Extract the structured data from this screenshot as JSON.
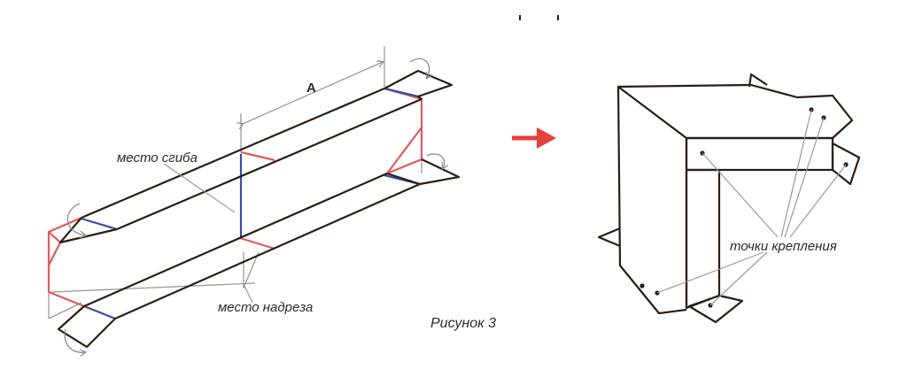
{
  "labels": {
    "dimension": "A",
    "bend_place": "место сгиба",
    "cut_place": "место надреза",
    "figure_caption": "Рисунок 3",
    "mounting_points": "точки крепления"
  },
  "colors": {
    "outline": "#2b1e14",
    "cut_line": "#e05a5a",
    "fold_line": "#3b4aa8",
    "leader": "#9a9a9a",
    "arrow": "#e8403a"
  }
}
